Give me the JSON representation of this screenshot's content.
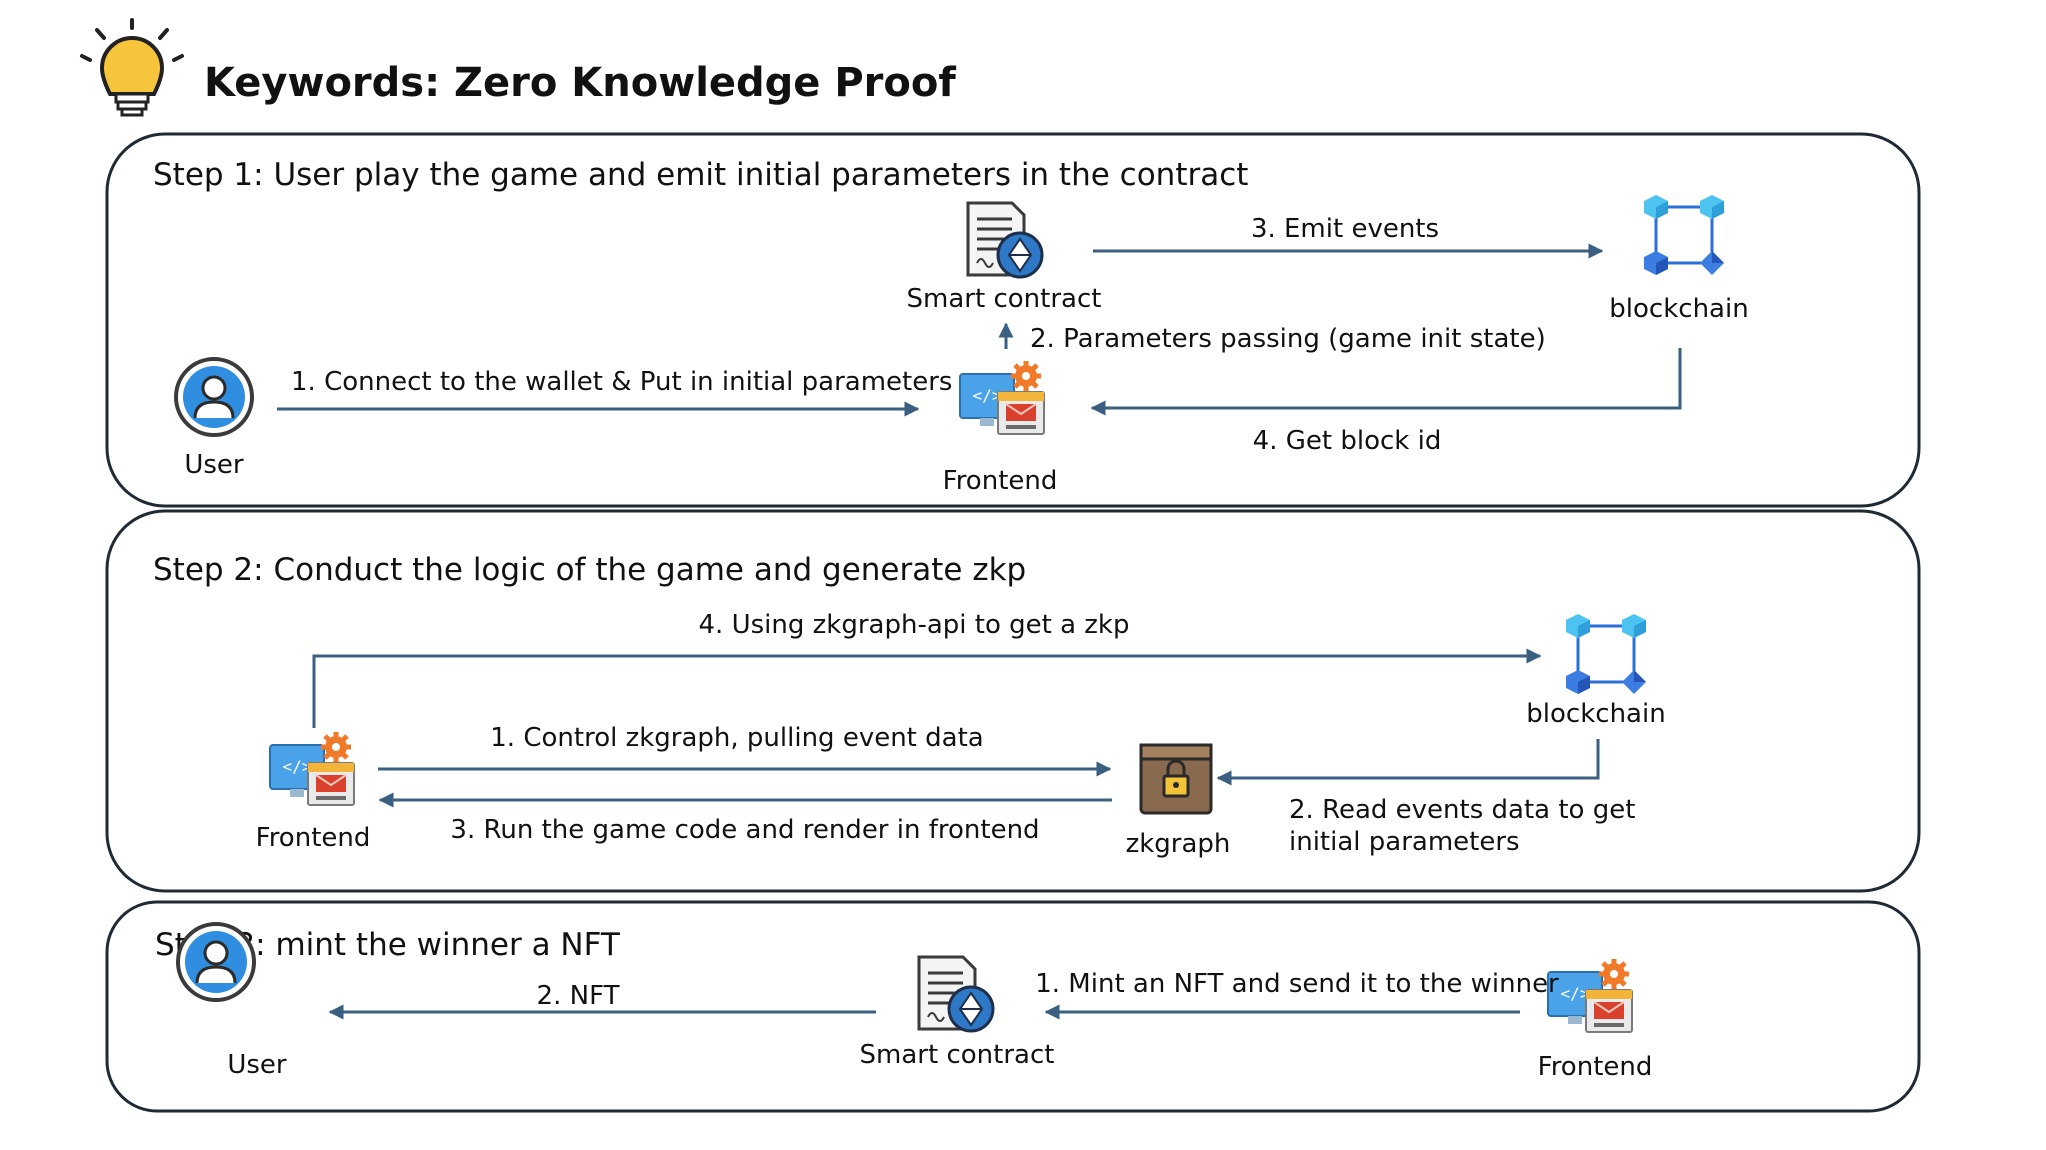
{
  "title": "Keywords: Zero Knowledge Proof",
  "colors": {
    "arrow": "#3a5f80",
    "panel_border": "#1f2a35",
    "bulb": "#f6c53c",
    "blockchain_cube": "#3fb6ea",
    "blockchain_dark": "#2d6fd8",
    "user_avatar": "#2f8ee0",
    "zkgraph_box": "#8a6a4e"
  },
  "icons": {
    "bulb": "lightbulb-icon",
    "user": "user-avatar-icon",
    "frontend": "frontend-app-icon",
    "contract": "smart-contract-document-icon",
    "blockchain": "blockchain-network-icon",
    "zkgraph": "locked-box-icon"
  },
  "step1": {
    "title": "Step 1: User play the game and emit initial parameters in the contract",
    "user": "User",
    "frontend": "Frontend",
    "contract": "Smart contract",
    "blockchain": "blockchain",
    "a1": "1. Connect to the wallet & Put in initial parameters",
    "a2": "2. Parameters passing (game init state)",
    "a3": "3. Emit events",
    "a4": "4. Get block id"
  },
  "step2": {
    "title": "Step 2: Conduct the logic of the game and generate zkp",
    "frontend": "Frontend",
    "zkgraph": "zkgraph",
    "blockchain": "blockchain",
    "a1": "1. Control zkgraph, pulling event data",
    "a2_line1": "2. Read events data to get",
    "a2_line2": "initial parameters",
    "a3": "3. Run the game code and  render in frontend",
    "a4": "4. Using zkgraph-api to get a zkp"
  },
  "step3": {
    "title": "Step 3: mint the winner a NFT",
    "user": "User",
    "contract": "Smart contract",
    "frontend": "Frontend",
    "a1": "1. Mint an NFT and send it to the winner",
    "a2": "2. NFT"
  }
}
